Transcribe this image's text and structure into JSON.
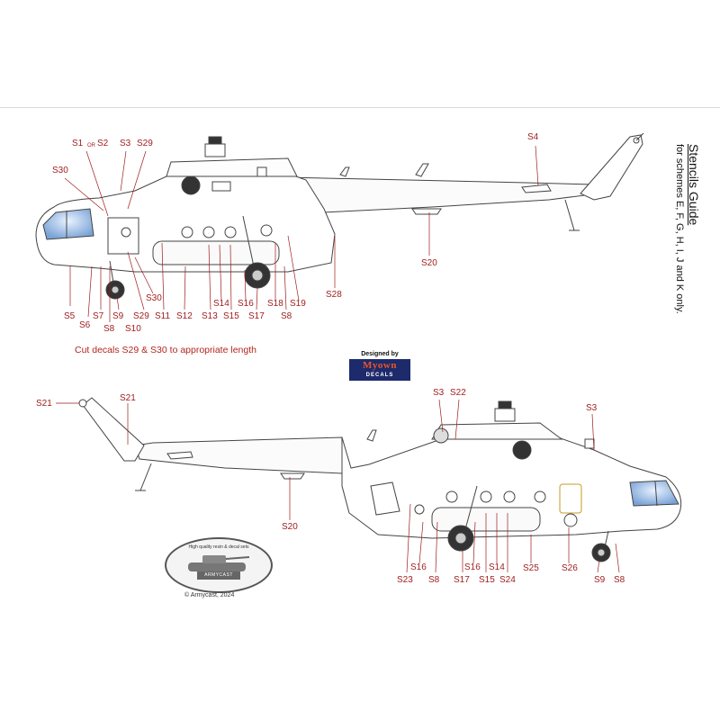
{
  "title": {
    "main": "Stencils Guide",
    "sub": "for schemes E, F, G, H, I, J and K only."
  },
  "note": "Cut decals S29 & S30 to appropriate length",
  "designer": {
    "caption": "Designed by",
    "logo_top": "Myown",
    "logo_bottom": "DECALS"
  },
  "badge": {
    "motto": "High quality resin & decal sets",
    "name": "ARMYCAST"
  },
  "copyright": "© Armycast, 2024",
  "labels": {
    "s1": "S1",
    "or": "OR",
    "s2": "S2",
    "s3": "S3",
    "s29": "S29",
    "s30": "S30",
    "s4": "S4",
    "s20": "S20",
    "s5": "S5",
    "s6": "S6",
    "s7": "S7",
    "s8": "S8",
    "s9": "S9",
    "s10": "S10",
    "s11": "S11",
    "s12": "S12",
    "s13": "S13",
    "s14": "S14",
    "s15": "S15",
    "s16": "S16",
    "s17": "S17",
    "s18": "S18",
    "s19": "S19",
    "s21": "S21",
    "s22": "S22",
    "s23": "S23",
    "s24": "S24",
    "s25": "S25",
    "s26": "S26",
    "s28": "S28"
  },
  "colors": {
    "label_red": "#9e1b1b",
    "line_gray": "#444444",
    "accent_orange": "#e8552a",
    "logo_navy": "#1d2a6b"
  }
}
